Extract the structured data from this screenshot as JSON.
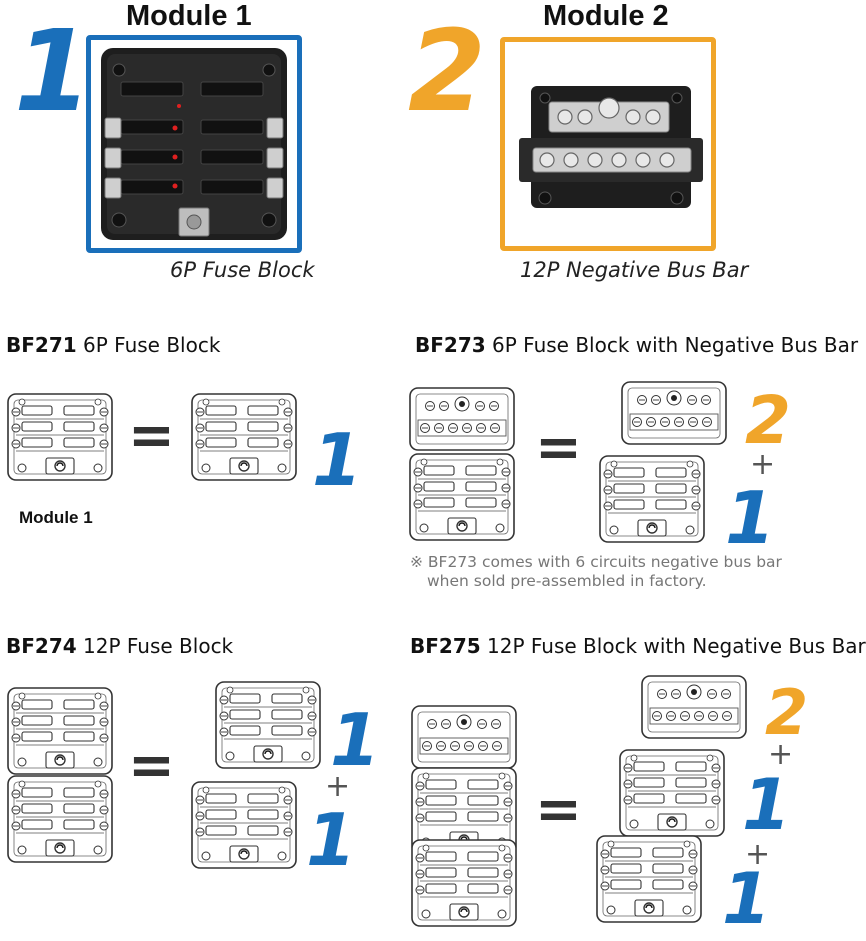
{
  "modules": [
    {
      "title": "Module 1",
      "number": "1",
      "caption": "6P Fuse Block",
      "frame_color": "#1a6fba"
    },
    {
      "title": "Module 2",
      "number": "2",
      "caption": "12P Negative Bus Bar",
      "frame_color": "#f0a52a"
    }
  ],
  "sections": [
    {
      "code": "BF271",
      "desc": "6P Fuse Block",
      "label": "Module 1"
    },
    {
      "code": "BF273",
      "desc": "6P Fuse Block with Negative Bus Bar",
      "note_line1": "※ BF273 comes with 6 circuits negative bus bar",
      "note_line2": "when sold pre-assembled in factory."
    },
    {
      "code": "BF274",
      "desc": "12P Fuse Block"
    },
    {
      "code": "BF275",
      "desc": "12P Fuse Block with Negative Bus Bar"
    }
  ],
  "symbols": {
    "equals": "=",
    "plus": "+",
    "one": "1",
    "two": "2"
  },
  "colors": {
    "blue": "#1a6fba",
    "orange": "#f0a52a"
  }
}
